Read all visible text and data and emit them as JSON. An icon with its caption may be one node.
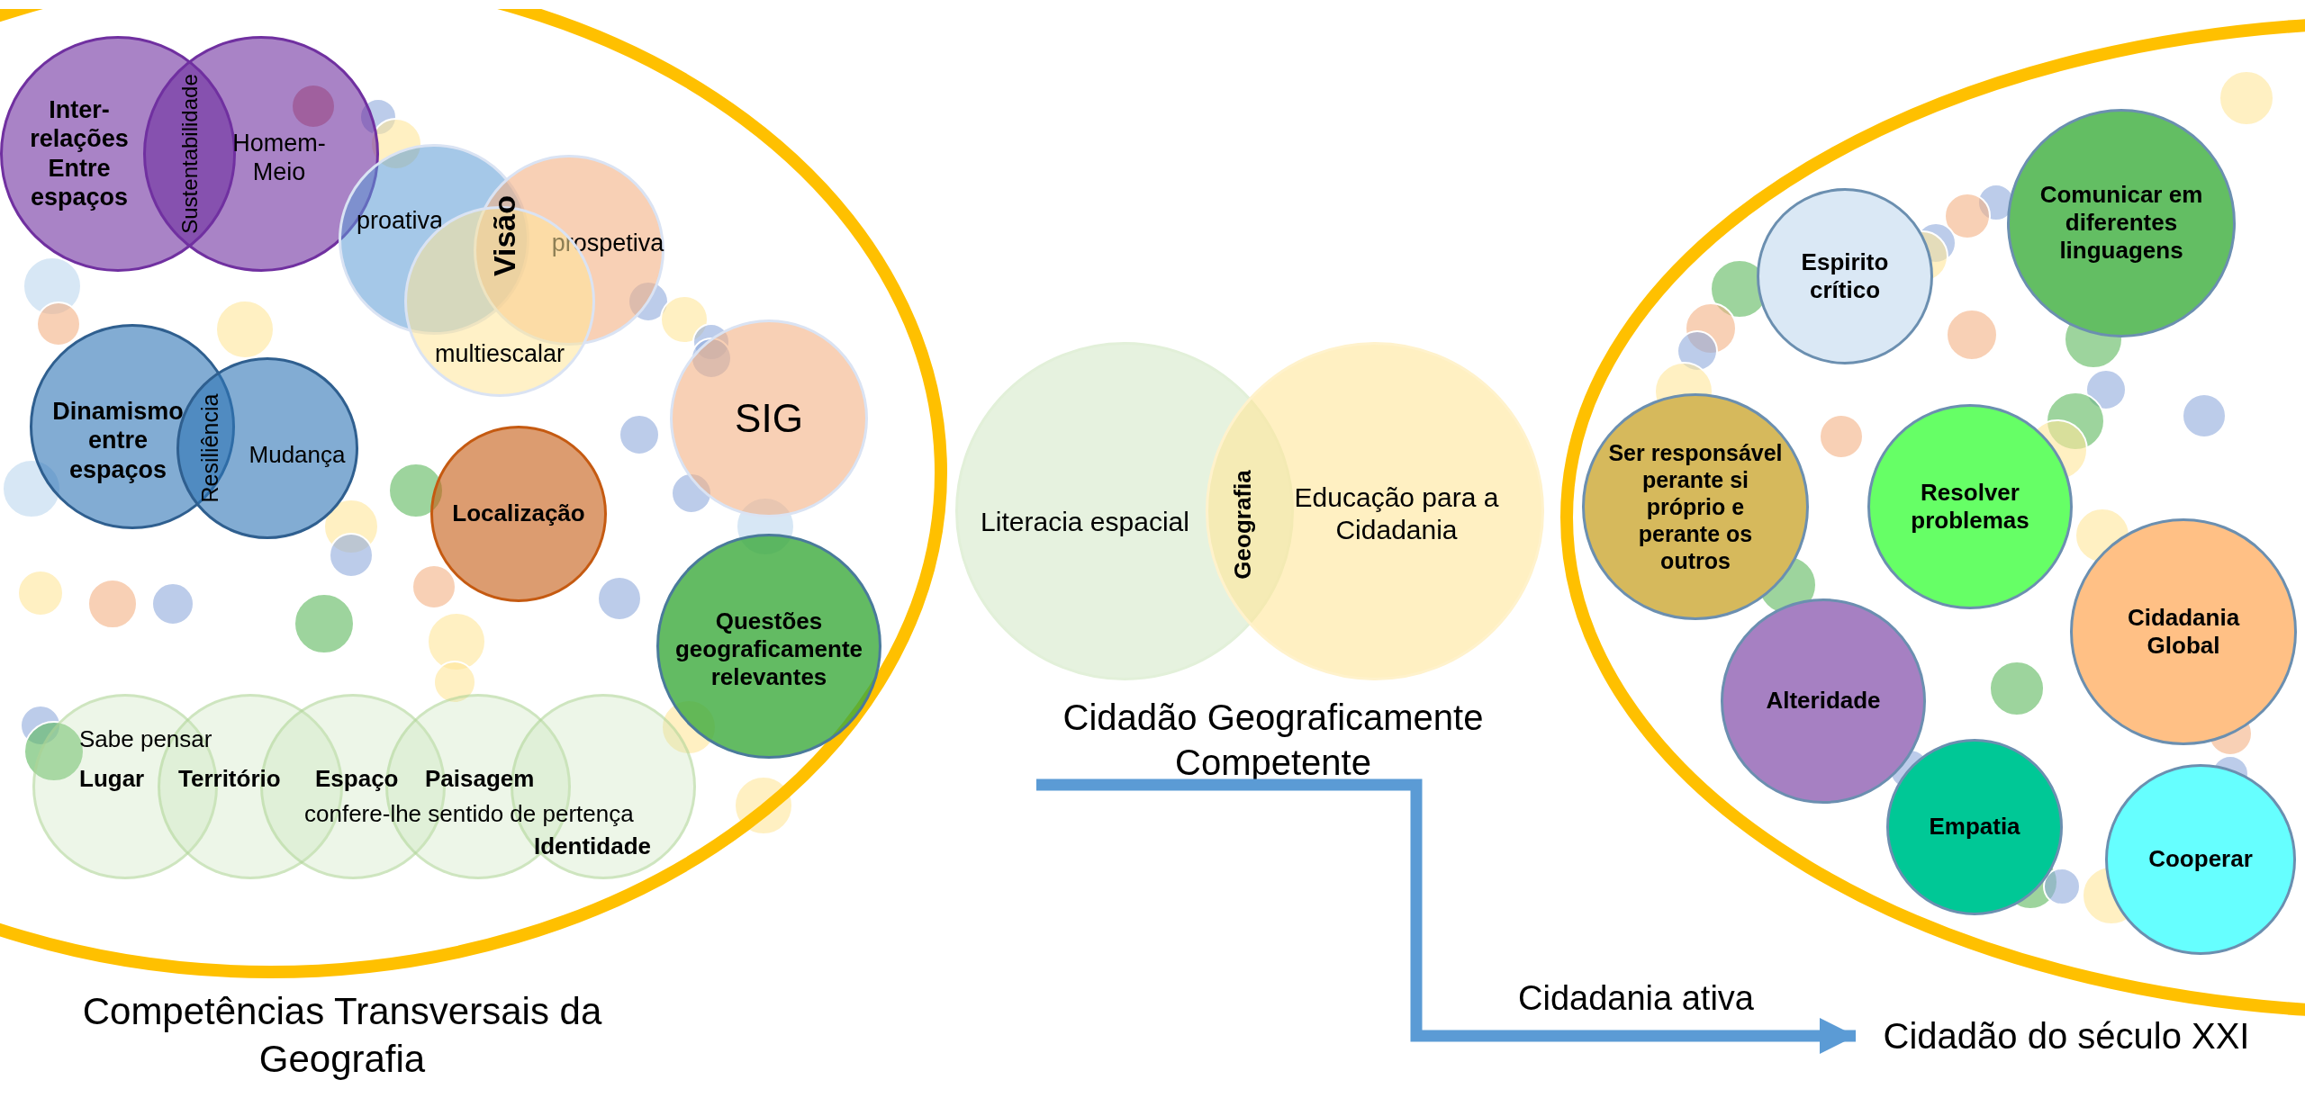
{
  "diagram": {
    "nodes": [
      {
        "text": [
          "Competências Transversais da Geografia"
        ]
      },
      {
        "text": [
          "Inter-relações Entre espaços"
        ],
        "in": 0
      },
      {
        "text": [
          "Homem-Meio"
        ],
        "in": 0
      },
      {
        "text": [
          "proativa"
        ],
        "in": 0
      },
      {
        "text": [
          "prospetiva"
        ],
        "in": 0
      },
      {
        "text": [
          "multiescalar"
        ],
        "in": 0
      },
      {
        "text": [
          "Dinamismo entre espaços"
        ],
        "in": 0
      },
      {
        "text": [
          "Mudança"
        ],
        "in": 0
      },
      {
        "text": [
          "SIG"
        ],
        "in": 0
      },
      {
        "text": [
          "Localização"
        ],
        "in": 0
      },
      {
        "text": [
          "Questões geograficamente relevantes"
        ],
        "in": 0
      },
      {
        "text": [],
        "shape": "circle",
        "in": 0
      },
      {
        "text": [],
        "shape": "circle",
        "in": 0
      },
      {
        "text": [],
        "shape": "circle",
        "in": 0
      },
      {
        "text": [],
        "shape": "circle",
        "in": 0
      },
      {
        "text": [],
        "shape": "circle",
        "in": 0
      },
      {
        "text": [
          "Literacia espacial"
        ]
      },
      {
        "text": [
          "Educação para a Cidadania"
        ]
      },
      {
        "text": [
          "Cidadão Geograficamente Competente"
        ]
      },
      {
        "text": [],
        "shape": "ellipse"
      },
      {
        "text": [
          "Espirito crítico"
        ],
        "in": 19
      },
      {
        "text": [
          "Comunicar em diferentes linguagens"
        ],
        "in": 19
      },
      {
        "text": [
          "Ser responsável perante si próprio e perante os outros"
        ],
        "in": 19
      },
      {
        "text": [
          "Resolver problemas"
        ],
        "in": 19
      },
      {
        "text": [
          "Cidadania Global"
        ],
        "in": 19
      },
      {
        "text": [
          "Alteridade"
        ],
        "in": 19
      },
      {
        "text": [
          "Empatia"
        ],
        "in": 19
      },
      {
        "text": [
          "Cooperar"
        ],
        "in": 19
      },
      {
        "text": [
          "Cidadão do século XXI"
        ]
      }
    ],
    "edges": [
      {
        "from": 18,
        "to": 28,
        "arrow": "to",
        "label": "Cidadania ativa"
      }
    ],
    "labels": [
      "Sustentabilidade",
      "Visão",
      "Resiliência",
      "Sabe pensar",
      "Lugar",
      "Território",
      "Espaço",
      "Paisagem",
      "confere-lhe sentido de pertença",
      "Identidade",
      "Geografia"
    ]
  }
}
